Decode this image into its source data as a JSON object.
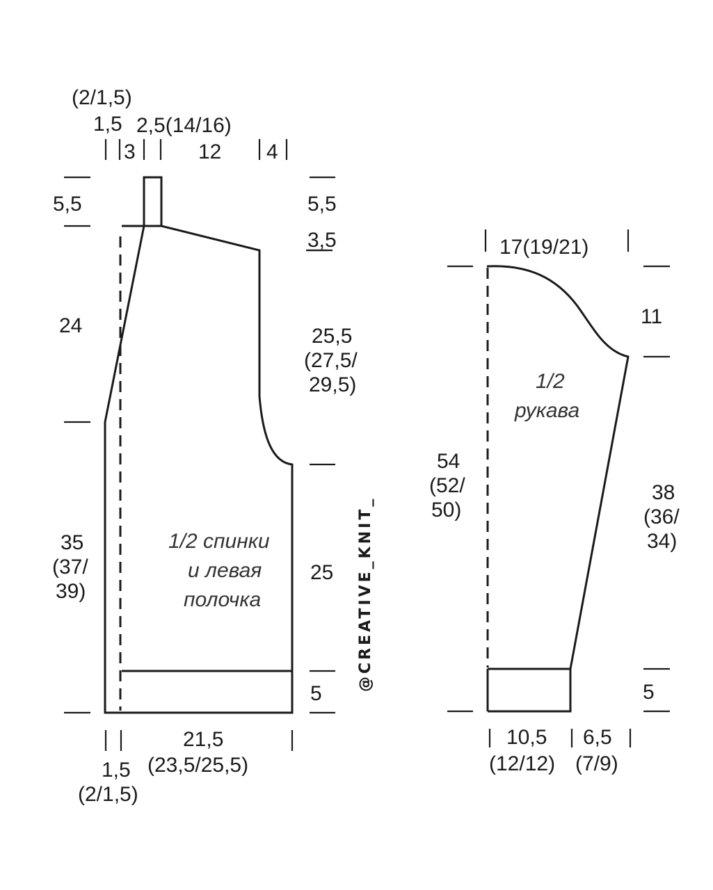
{
  "watermark": "@CREATIVE_KNIT_",
  "body_piece": {
    "caption": [
      "1/2 спинки",
      "и левая",
      "полочка"
    ],
    "top": {
      "shoulder_sub": "(2/1,5)",
      "shoulder_val": "1,5",
      "neck_val": "2,5(14/16)",
      "seg_3": "3",
      "seg_12": "12",
      "seg_4": "4"
    },
    "left": {
      "collar_height": "5,5",
      "front_slope": "24",
      "lower_side": [
        "35",
        "(37/",
        "39)"
      ]
    },
    "right": {
      "collar_height": "5,5",
      "shoulder_drop": "3,5",
      "armhole": [
        "25,5",
        "(27,5/",
        "29,5)"
      ],
      "side": "25",
      "rib": "5"
    },
    "bottom": {
      "band_val": "1,5",
      "band_sub": "(2/1,5)",
      "width_val": "21,5",
      "width_sub": "(23,5/25,5)"
    }
  },
  "sleeve_piece": {
    "caption": [
      "1/2",
      "рукава"
    ],
    "top_width": "17(19/21)",
    "cap_height": "11",
    "length": [
      "54",
      "(52/",
      "50)"
    ],
    "seam": [
      "38",
      "(36/",
      "34)"
    ],
    "cuff": "5",
    "bottom_left": {
      "val": "10,5",
      "sub": "(12/12)"
    },
    "bottom_right": {
      "val": "6,5",
      "sub": "(7/9)"
    }
  }
}
